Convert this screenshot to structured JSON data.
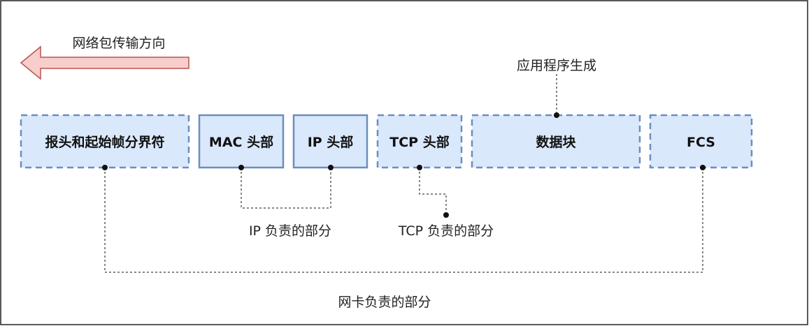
{
  "direction_label": "网络包传输方向",
  "app_label": "应用程序生成",
  "segments": [
    {
      "label": "报头和起始帧分界符",
      "style": "dashed"
    },
    {
      "label": "MAC 头部",
      "style": "solid"
    },
    {
      "label": "IP 头部",
      "style": "solid"
    },
    {
      "label": "TCP 头部",
      "style": "dashed"
    },
    {
      "label": "数据块",
      "style": "dashed"
    },
    {
      "label": "FCS",
      "style": "dashed"
    }
  ],
  "ip_responsibility": "IP 负责的部分",
  "tcp_responsibility": "TCP 负责的部分",
  "nic_responsibility": "网卡负责的部分",
  "colors": {
    "box_fill": "#dae8fc",
    "box_stroke": "#6c8ebf",
    "arrow_fill": "#f8cecc",
    "arrow_stroke": "#b85450"
  }
}
